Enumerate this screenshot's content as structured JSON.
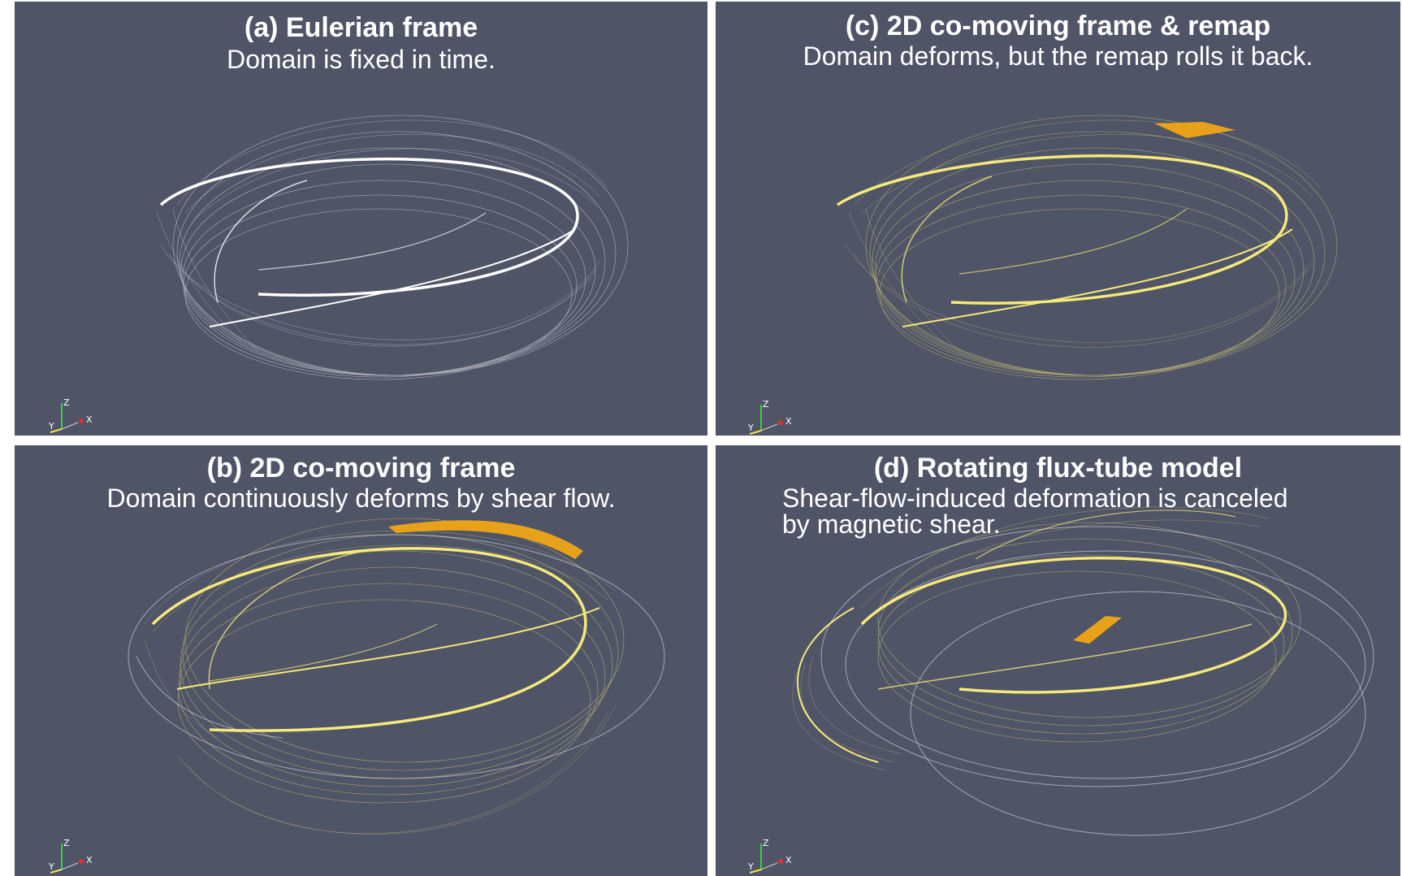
{
  "panels": [
    {
      "id": "a",
      "title": "(a) Eulerian frame",
      "subtitle": "Domain is fixed in time.",
      "mesh_color": "#ffffff",
      "highlight": false
    },
    {
      "id": "c",
      "title": "(c) 2D co-moving frame & remap",
      "subtitle": "Domain deforms, but the remap rolls it back.",
      "mesh_color": "#f4e97a",
      "highlight": true,
      "highlight_color": "#e8a21a"
    },
    {
      "id": "b",
      "title": "(b) 2D co-moving frame",
      "subtitle": "Domain continuously deforms by shear flow.",
      "mesh_color": "#f4e97a",
      "highlight": true,
      "highlight_color": "#e8a21a"
    },
    {
      "id": "d",
      "title": "(d) Rotating flux-tube model",
      "subtitle_line1": "Shear-flow-induced deformation is canceled",
      "subtitle_line2": "by magnetic shear.",
      "mesh_color": "#f4e97a",
      "highlight": true,
      "highlight_color": "#e8a21a"
    }
  ],
  "axes_triad": {
    "z": "Z",
    "y": "Y",
    "x": "X",
    "z_color": "#3ad13a",
    "y_color": "#f2e34a",
    "x_color": "#e03030"
  },
  "background_color": "#4f5467"
}
